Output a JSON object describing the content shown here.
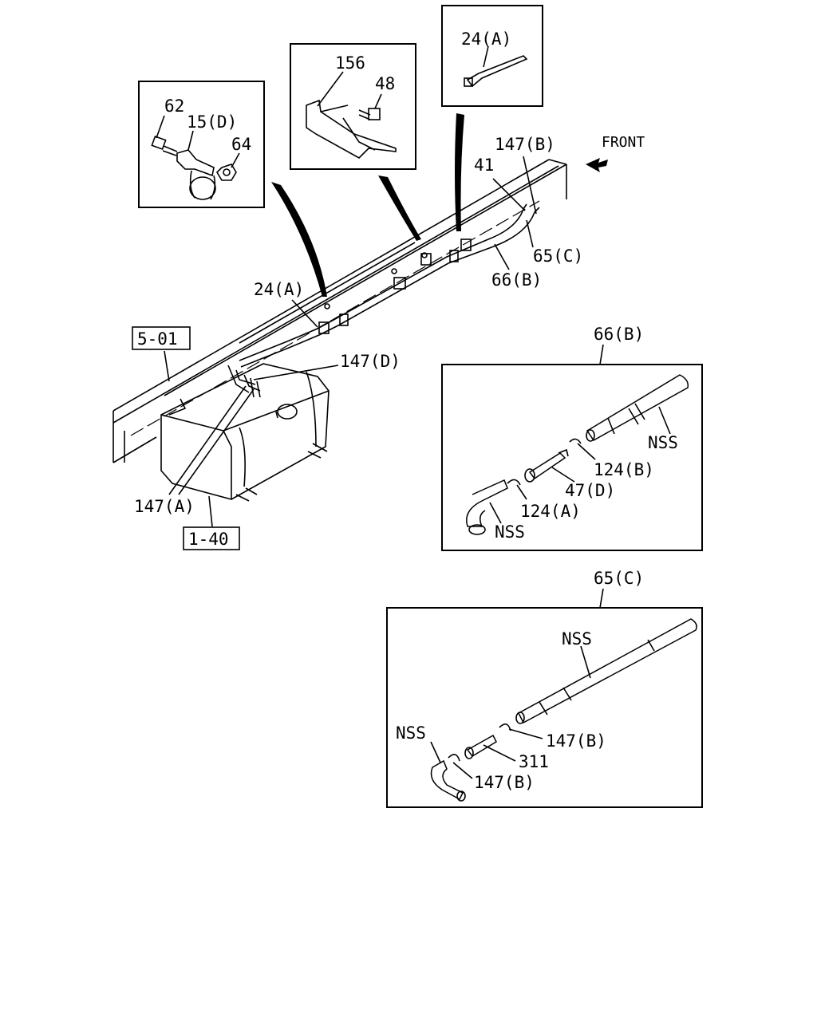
{
  "labels": {
    "l_24a_top": "24(A)",
    "l_156": "156",
    "l_48": "48",
    "l_62": "62",
    "l_15d": "15(D)",
    "l_64": "64",
    "l_front": "FRONT",
    "l_147b_top": "147(B)",
    "l_41": "41",
    "l_65c_main": "65(C)",
    "l_66b_main": "66(B)",
    "l_24a_main": "24(A)",
    "l_501": "5-01",
    "l_147d": "147(D)",
    "l_147a": "147(A)",
    "l_140": "1-40",
    "l_66b_title": "66(B)",
    "l_nss_66_1": "NSS",
    "l_124b": "124(B)",
    "l_47d": "47(D)",
    "l_124a": "124(A)",
    "l_nss_66_2": "NSS",
    "l_65c_title": "65(C)",
    "l_nss_65_1": "NSS",
    "l_nss_65_2": "NSS",
    "l_147b_65_1": "147(B)",
    "l_311": "311",
    "l_147b_65_2": "147(B)"
  }
}
